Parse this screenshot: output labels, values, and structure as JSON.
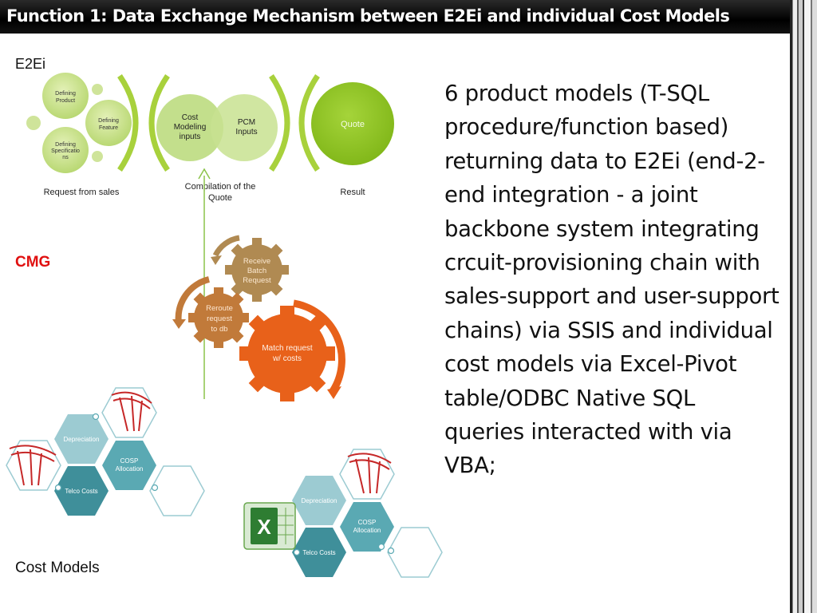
{
  "slide": {
    "title": "Function 1:  Data Exchange Mechanism between E2Ei and individual Cost Models",
    "body": "6 product models (T-SQL procedure/function based) returning data to E2Ei (end-2-end integration - a joint backbone system integrating crcuit-provisioning chain with sales-support and user-support chains) via SSIS and individual cost models via Excel-Pivot table/ODBC Native SQL queries interacted with via VBA;"
  },
  "labels": {
    "e2ei": "E2Ei",
    "cmg": "CMG",
    "cost_models": "Cost Models"
  },
  "e2ei_diagram": {
    "request_circles": [
      "Defining Product",
      "Defining Feature",
      "Defining Specificatio ns"
    ],
    "venn": [
      "Cost Modeling inputs",
      "PCM Inputs"
    ],
    "quote": "Quote",
    "captions": [
      "Request from sales",
      "Compilation of the Quote",
      "Result"
    ]
  },
  "cmg_diagram": {
    "gears": [
      "Receive Batch Request",
      "Reroute request to db",
      "Match request w/ costs"
    ]
  },
  "cost_models_diagram": {
    "hex_left": [
      "Depreciation",
      "COSP Allocation",
      "Telco Costs"
    ],
    "hex_right": [
      "Depreciation",
      "COSP Allocation",
      "Telco Costs"
    ]
  },
  "colors": {
    "green_light": "#c6e07a",
    "green_mid": "#a8d13c",
    "green_quote": "#8fc31f",
    "gear_tan": "#b08a52",
    "gear_brown": "#c17a3a",
    "gear_orange": "#e8611a",
    "hex_light": "#9ccbd2",
    "hex_mid": "#5aa9b3",
    "hex_dark": "#3f8f9a",
    "cmg_red": "#e01010"
  }
}
